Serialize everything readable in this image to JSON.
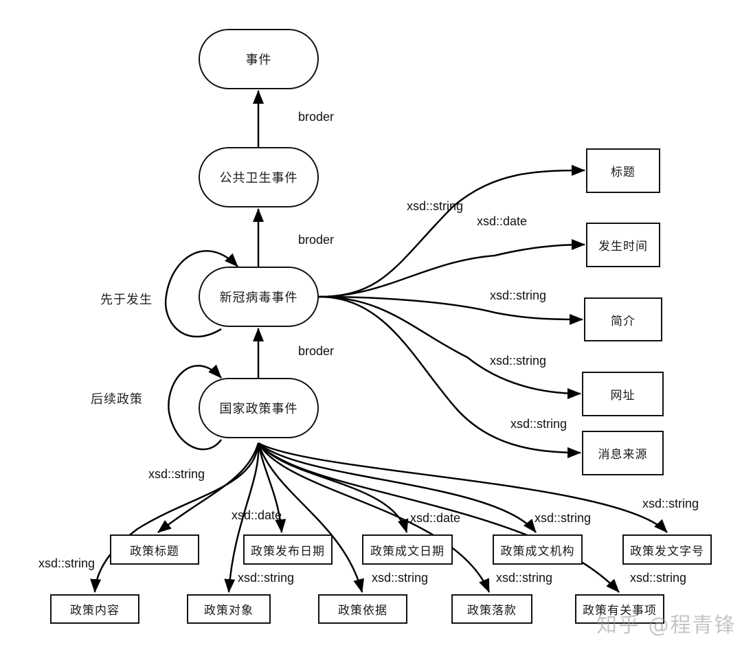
{
  "diagram": {
    "event_nodes": {
      "event": "事件",
      "public_health_event": "公共卫生事件",
      "covid_event": "新冠病毒事件",
      "national_policy_event": "国家政策事件"
    },
    "hierarchy_edges": {
      "public_health_to_event": "broder",
      "covid_to_public_health": "broder",
      "policy_to_covid": "broder"
    },
    "self_loops": {
      "covid_event": "先于发生",
      "national_policy_event": "后续政策"
    },
    "covid_properties": [
      {
        "label": "标题",
        "type": "xsd::string"
      },
      {
        "label": "发生时间",
        "type": "xsd::date"
      },
      {
        "label": "简介",
        "type": "xsd::string"
      },
      {
        "label": "网址",
        "type": "xsd::string"
      },
      {
        "label": "消息来源",
        "type": "xsd::string"
      }
    ],
    "policy_properties": [
      {
        "label": "政策标题",
        "type": "xsd::string"
      },
      {
        "label": "政策发布日期",
        "type": "xsd::date"
      },
      {
        "label": "政策成文日期",
        "type": "xsd::date"
      },
      {
        "label": "政策成文机构",
        "type": "xsd::string"
      },
      {
        "label": "政策发文字号",
        "type": "xsd::string"
      },
      {
        "label": "政策内容",
        "type": "xsd::string"
      },
      {
        "label": "政策对象",
        "type": "xsd::string"
      },
      {
        "label": "政策依据",
        "type": "xsd::string"
      },
      {
        "label": "政策落款",
        "type": "xsd::string"
      },
      {
        "label": "政策有关事项",
        "type": "xsd::string"
      }
    ],
    "policy_date_label_variant": "xsd::date"
  },
  "watermark": "知乎 @程青锋"
}
